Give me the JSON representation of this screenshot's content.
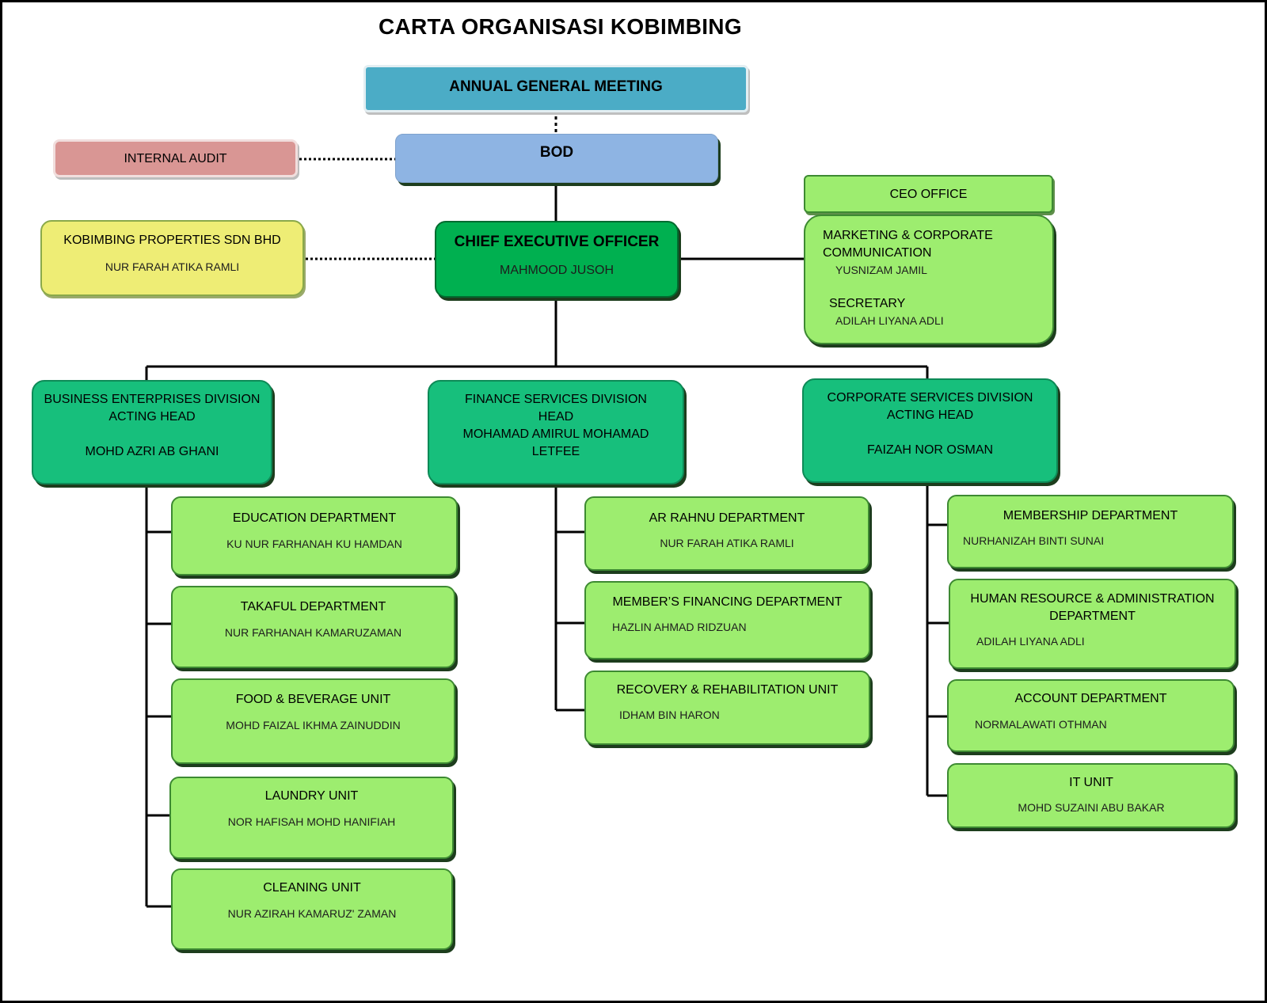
{
  "title": "CARTA ORGANISASI KOBIMBING",
  "agm": "ANNUAL GENERAL MEETING",
  "bod": "BOD",
  "internal_audit": "INTERNAL AUDIT",
  "subsidiary": {
    "title": "KOBIMBING PROPERTIES SDN BHD",
    "name": "NUR FARAH ATIKA RAMLI"
  },
  "ceo": {
    "title": "CHIEF EXECUTIVE OFFICER",
    "name": "MAHMOOD JUSOH"
  },
  "ceo_office": {
    "header": "CEO OFFICE",
    "marketing_title_1": "MARKETING & CORPORATE",
    "marketing_title_2": "COMMUNICATION",
    "marketing_name": "YUSNIZAM JAMIL",
    "secretary_title": "SECRETARY",
    "secretary_name": "ADILAH LIYANA ADLI"
  },
  "divisions": [
    {
      "title": "BUSINESS ENTERPRISES DIVISION",
      "role": "ACTING HEAD",
      "name": "MOHD AZRI AB GHANI",
      "units": [
        {
          "title": "EDUCATION DEPARTMENT",
          "name": "KU NUR FARHANAH KU HAMDAN"
        },
        {
          "title": "TAKAFUL DEPARTMENT",
          "name": "NUR FARHANAH KAMARUZAMAN"
        },
        {
          "title": "FOOD & BEVERAGE UNIT",
          "name": "MOHD FAIZAL IKHMA ZAINUDDIN"
        },
        {
          "title": "LAUNDRY UNIT",
          "name": "NOR HAFISAH MOHD HANIFIAH"
        },
        {
          "title": "CLEANING UNIT",
          "name": "NUR AZIRAH KAMARUZ' ZAMAN"
        }
      ]
    },
    {
      "title": "FINANCE  SERVICES DIVISION",
      "role": "HEAD",
      "name_1": "MOHAMAD AMIRUL MOHAMAD",
      "name_2": "LETFEE",
      "units": [
        {
          "title": "AR RAHNU DEPARTMENT",
          "name": "NUR FARAH ATIKA RAMLI"
        },
        {
          "title": "MEMBER’S FINANCING DEPARTMENT",
          "name": "HAZLIN AHMAD RIDZUAN"
        },
        {
          "title": "RECOVERY & REHABILITATION UNIT",
          "name": "IDHAM BIN HARON"
        }
      ]
    },
    {
      "title": "CORPORATE SERVICES DIVISION",
      "role": "ACTING HEAD",
      "name": "FAIZAH NOR OSMAN",
      "units": [
        {
          "title": "MEMBERSHIP DEPARTMENT",
          "name": "NURHANIZAH BINTI SUNAI"
        },
        {
          "title_1": "HUMAN RESOURCE & ADMINISTRATION",
          "title_2": "DEPARTMENT",
          "name": "ADILAH LIYANA ADLI"
        },
        {
          "title": "ACCOUNT DEPARTMENT",
          "name": "NORMALAWATI OTHMAN"
        },
        {
          "title": "IT UNIT",
          "name": "MOHD SUZAINI ABU BAKAR"
        }
      ]
    }
  ],
  "colors": {
    "agm": "#4bacc6",
    "bod": "#8eb4e3",
    "internal_audit": "#d99694",
    "subsidiary": "#eeed75",
    "ceo": "#00b050",
    "division": "#17bf7c",
    "unit": "#9ded6f"
  }
}
